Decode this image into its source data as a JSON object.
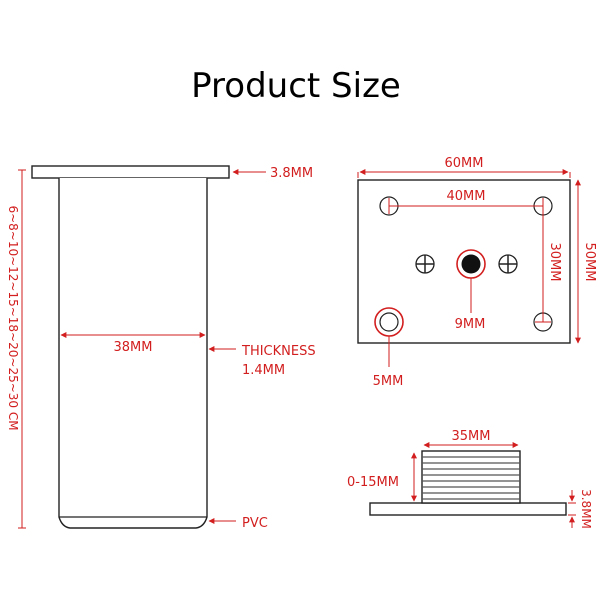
{
  "title": "Product Size",
  "colors": {
    "dimension": "#d21e1e",
    "outline": "#222222",
    "text": "#000000"
  },
  "leg": {
    "height_label": "6~8~10~12~15~18~20~25~30 CM",
    "plate_thickness": "3.8MM",
    "diameter": "38MM",
    "wall_thickness_line1": "THICKNESS",
    "wall_thickness_line2": "1.4MM",
    "foot_material": "PVC"
  },
  "mount_plate": {
    "width": "60MM",
    "height": "50MM",
    "hole_spacing_x": "40MM",
    "hole_spacing_y": "30MM",
    "center_hole": "9MM",
    "screw_hole": "5MM"
  },
  "adjuster": {
    "thread_width": "35MM",
    "adjust_range": "0-15MM",
    "plate_thickness": "3.8MM"
  }
}
